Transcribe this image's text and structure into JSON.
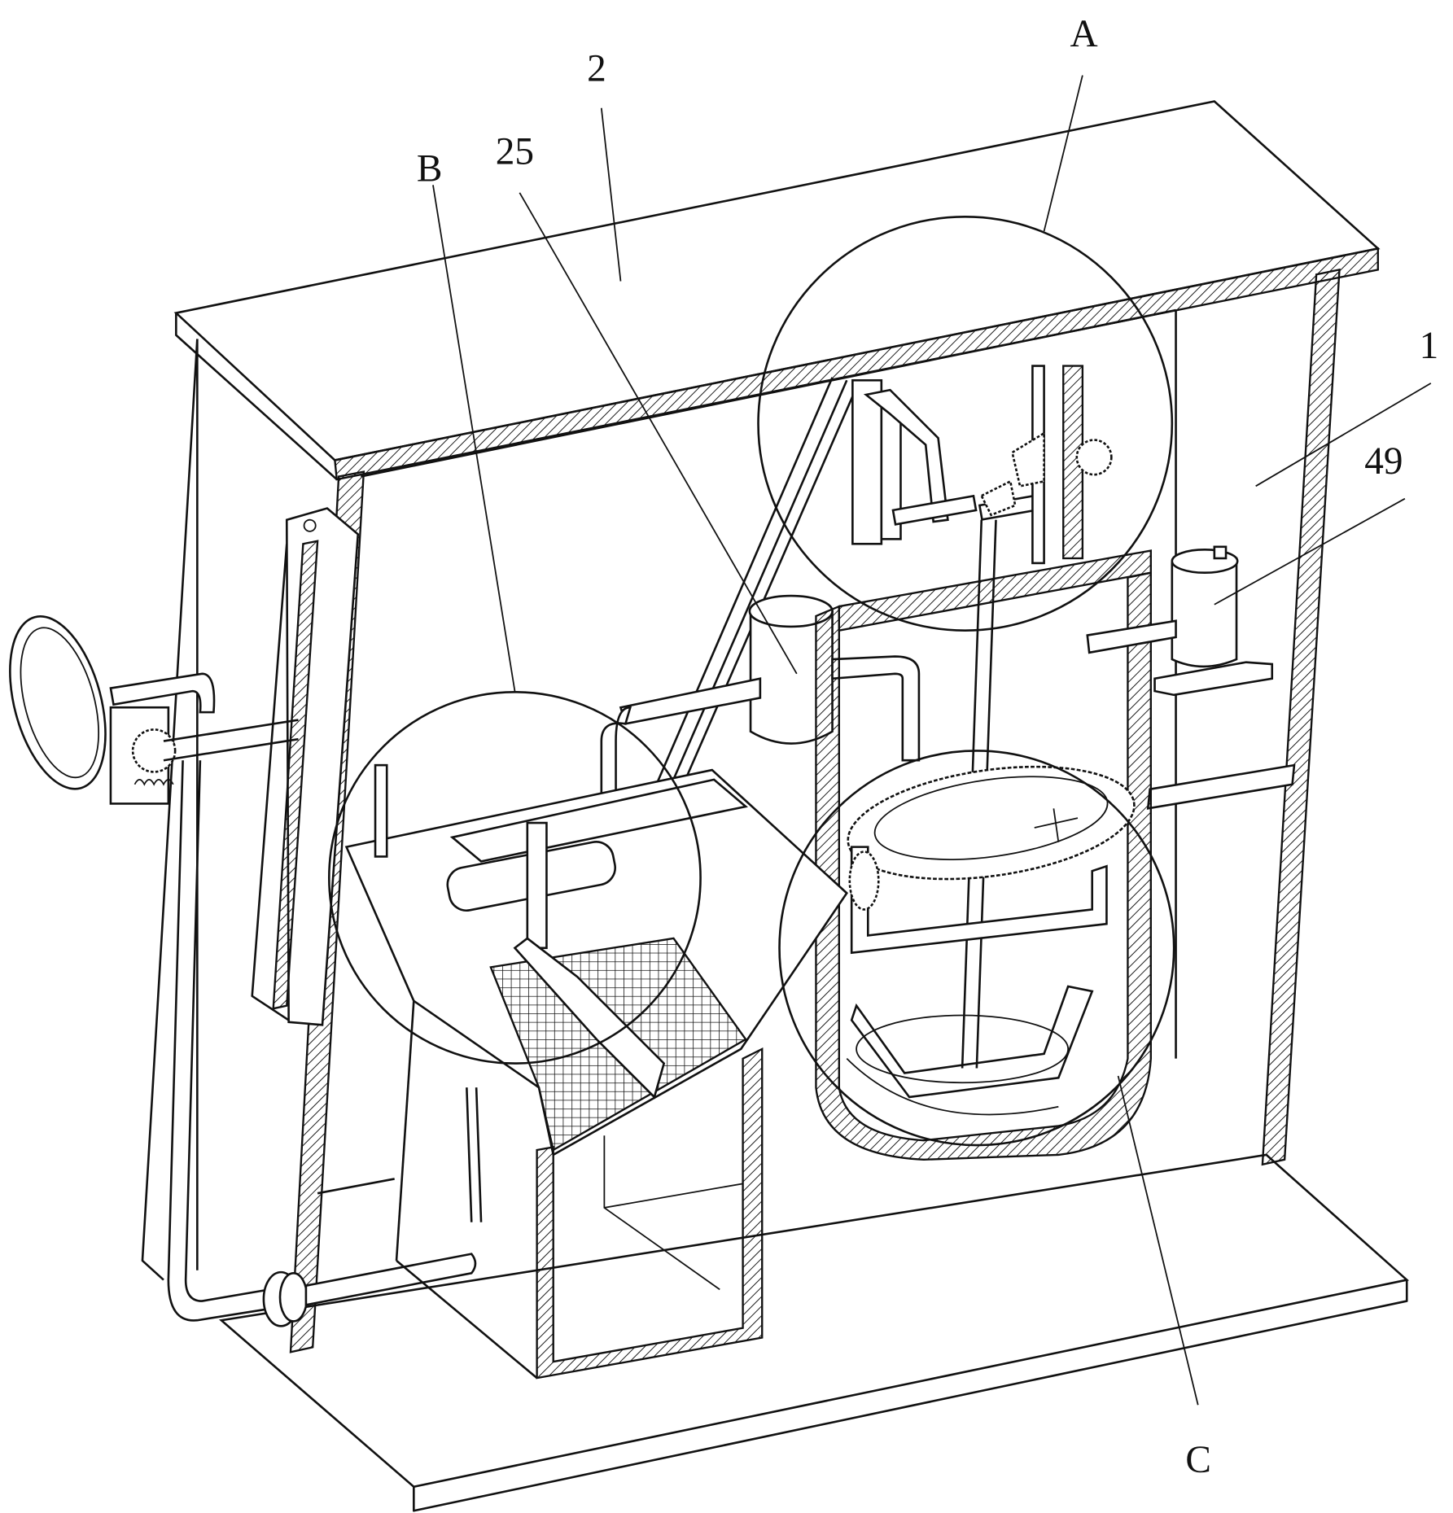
{
  "figure": {
    "labels": {
      "a": "A",
      "two": "2",
      "twentyfive": "25",
      "b": "B",
      "one": "1",
      "fortynine": "49",
      "c": "C"
    }
  }
}
